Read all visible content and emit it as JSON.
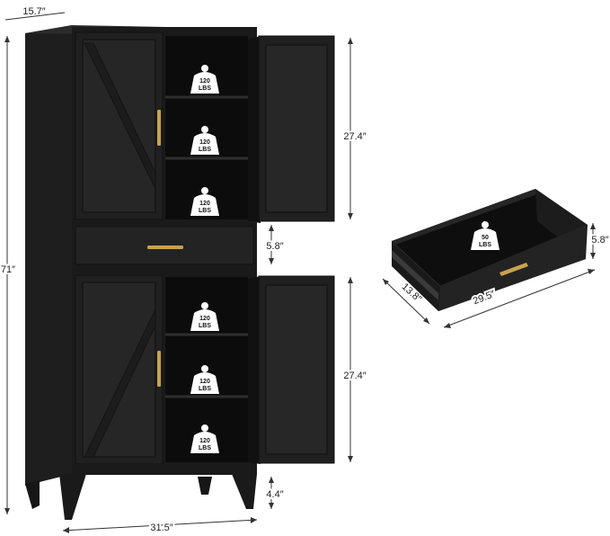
{
  "dimensions": {
    "depth": "15.7″",
    "height": "71″",
    "width": "31.5″",
    "upper_compartment": "27.4″",
    "lower_compartment": "27.4″",
    "drawer_height": "5.8″",
    "leg_height": "4.4″"
  },
  "drawer_dimensions": {
    "height": "5.8″",
    "depth": "13.8″",
    "width": "29.5″"
  },
  "shelf_capacity": {
    "amount": "120",
    "unit": "LBS"
  },
  "drawer_capacity": {
    "amount": "50",
    "unit": "LBS"
  },
  "colors": {
    "cabinet": "#1a1a1a",
    "panel": "#222222",
    "interior": "#0d0d0d",
    "handle": "#c8a24e",
    "dimension_line": "#333333"
  }
}
